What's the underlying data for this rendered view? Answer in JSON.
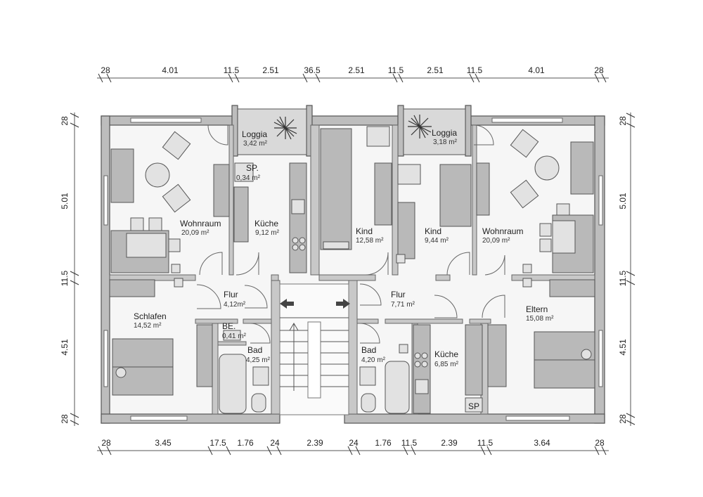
{
  "dims": {
    "top": [
      "28",
      "4.01",
      "11.5",
      "2.51",
      "36.5",
      "2.51",
      "11.5",
      "2.51",
      "11.5",
      "4.01",
      "28"
    ],
    "bottom": [
      "28",
      "3.45",
      "17.5",
      "1.76",
      "24",
      "2.39",
      "24",
      "1.76",
      "11.5",
      "2.39",
      "11.5",
      "3.64",
      "28"
    ],
    "left": [
      "28",
      "5.01",
      "11.5",
      "4.51",
      "28"
    ],
    "right": [
      "28",
      "5.01",
      "11.5",
      "4.51",
      "28"
    ]
  },
  "rooms": {
    "loggia_left": {
      "name": "Loggia",
      "area": "3,42 m²"
    },
    "loggia_right": {
      "name": "Loggia",
      "area": "3,18 m²"
    },
    "sp_left": {
      "name": "SP.",
      "area": "0,34 m²"
    },
    "sp_right": {
      "name": "SP"
    },
    "wohnraum_left": {
      "name": "Wohnraum",
      "area": "20,09 m²"
    },
    "kueche_left": {
      "name": "Küche",
      "area": "9,12 m²"
    },
    "kind_left": {
      "name": "Kind",
      "area": "12,58 m²"
    },
    "kind_right": {
      "name": "Kind",
      "area": "9,44 m²"
    },
    "wohnraum_right": {
      "name": "Wohnraum",
      "area": "20,09 m²"
    },
    "flur_left": {
      "name": "Flur",
      "area": "4,12m²"
    },
    "flur_right": {
      "name": "Flur",
      "area": "7,71 m²"
    },
    "schlafen": {
      "name": "Schlafen",
      "area": "14,52 m²"
    },
    "be": {
      "name": "BE.",
      "area": "0,41 m²"
    },
    "bad_left": {
      "name": "Bad",
      "area": "4,25 m²"
    },
    "bad_right": {
      "name": "Bad",
      "area": "4,20 m²"
    },
    "kueche_right": {
      "name": "Küche",
      "area": "6,85 m²"
    },
    "eltern": {
      "name": "Eltern",
      "area": "15,08 m²"
    }
  }
}
